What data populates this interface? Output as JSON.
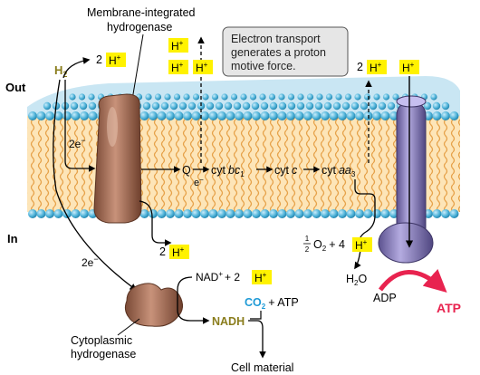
{
  "labels": {
    "membrane_hydrogenase_line1": "Membrane-integrated",
    "membrane_hydrogenase_line2": "hydrogenase",
    "out": "Out",
    "in": "In",
    "h2": "H",
    "h2_sub": "2",
    "two": "2",
    "h_plus": "H",
    "plus": "+",
    "two_e": "2e",
    "minus": "−",
    "q": "Q",
    "e_minus": "e",
    "cyt": "cyt",
    "bc": "bc",
    "one": "1",
    "c": "c",
    "aa": "aa",
    "three": "3",
    "half_o2_tail": "O",
    "plus_four": "+ 4",
    "h2o_h": "H",
    "h2o_o": "O",
    "adp": "ADP",
    "atp": "ATP",
    "nad": "NAD",
    "plus_two": "+ 2",
    "co2": "CO",
    "plus_atp": "+ ATP",
    "nadh": "NADH",
    "cell_material": "Cell material",
    "cyto_line1": "Cytoplasmic",
    "cyto_line2": "hydrogenase",
    "callout_line1": "Electron transport",
    "callout_line2": "generates a proton",
    "callout_line3": "motive force."
  },
  "colors": {
    "proton_badge": "#fff200",
    "head_group": "#4fb3d9",
    "lipid_tail": "#f2b35a",
    "membrane_core": "#fde5b8",
    "hydrogenase": "#a9725a",
    "atp_synthase": "#8a7fc0",
    "atp_red": "#e8234f",
    "h2_label": "#8a7d1c",
    "co2_blue": "#1e9ad6",
    "nadh_label": "#8a7d1c",
    "callout_bg": "#e6e6e6"
  }
}
